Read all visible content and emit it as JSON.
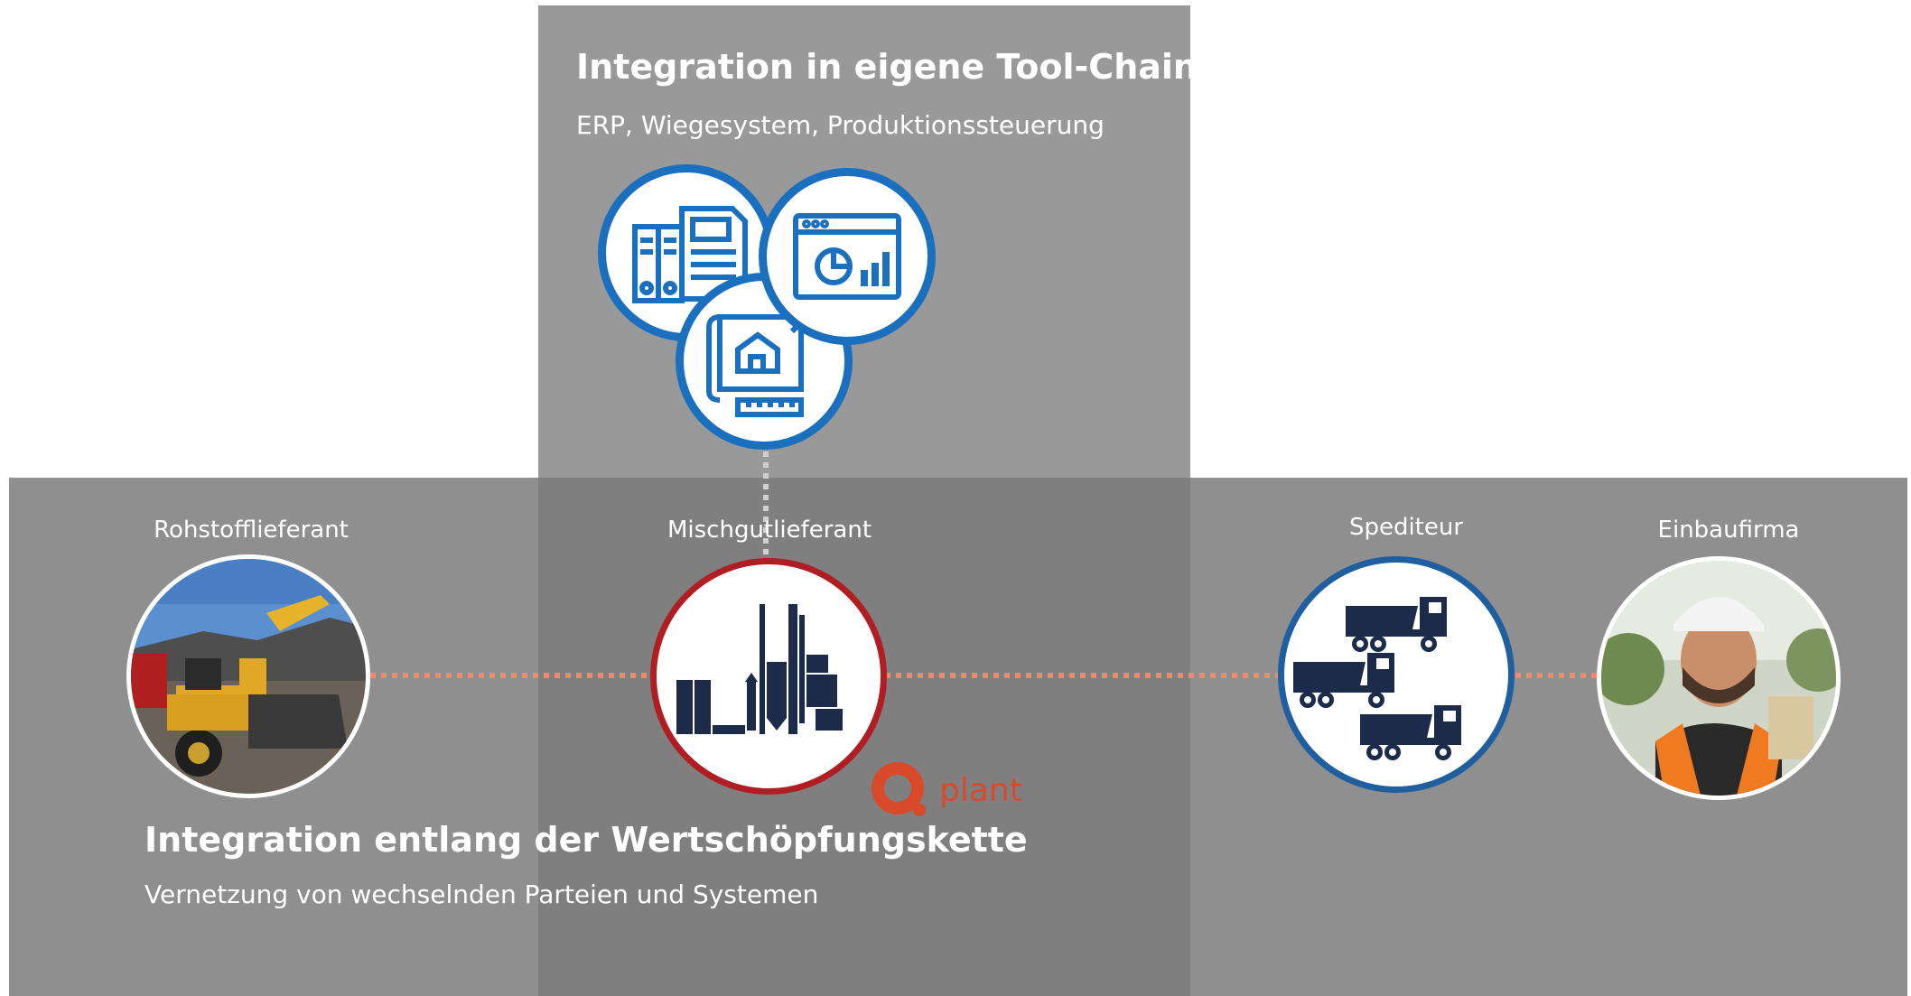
{
  "top_section": {
    "title": "Integration in eigene Tool-Chain",
    "subtitle": "ERP, Wiegesystem, Produktionssteuerung"
  },
  "bottom_section": {
    "title": "Integration entlang der Wertschöpfungskette",
    "subtitle": "Vernetzung von wechselnden Parteien und Systemen"
  },
  "nodes": [
    {
      "label": "Rohstofflieferant",
      "icon": "construction-loader-photo"
    },
    {
      "label": "Mischgutlieferant",
      "icon": "asphalt-plant-icon"
    },
    {
      "label": "Spediteur",
      "icon": "dump-trucks-icon"
    },
    {
      "label": "Einbaufirma",
      "icon": "worker-photo"
    }
  ],
  "tool_icons": [
    "erp-documents-icon",
    "dashboard-chart-icon",
    "blueprint-icon"
  ],
  "logo": {
    "text": "plant"
  },
  "colors": {
    "tool_circle_border": "#1a6fbe",
    "plant_circle_border": "#b01e23",
    "truck_circle_border": "#1f5fa0",
    "connector": "#f08a6e",
    "logo": "#d94a2a",
    "icon_dark": "#1c2b4a"
  }
}
